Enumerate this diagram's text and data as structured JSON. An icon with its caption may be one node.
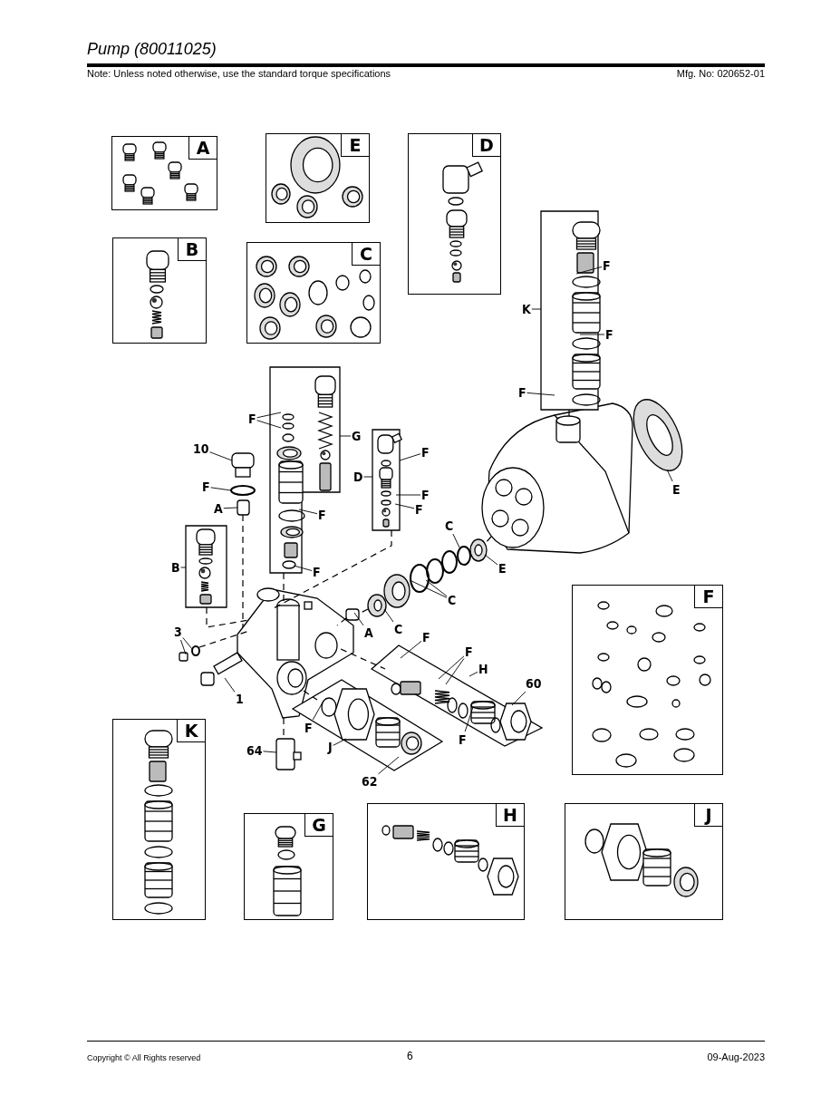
{
  "diagram": {
    "title": "Pump (80011025)",
    "nodes": [
      {
        "text": [
          "A"
        ]
      },
      {
        "text": [
          "E"
        ]
      },
      {
        "text": [
          "D"
        ]
      },
      {
        "text": [
          "B"
        ]
      },
      {
        "text": [
          "C"
        ]
      },
      {
        "text": [],
        "shape": "box"
      },
      {
        "text": [
          "K"
        ]
      },
      {
        "text": [
          "F"
        ]
      },
      {
        "text": [
          "F"
        ]
      },
      {
        "text": [
          "F"
        ]
      },
      {
        "text": [],
        "shape": "box"
      },
      {
        "text": [
          "F"
        ]
      },
      {
        "text": [
          "G"
        ]
      },
      {
        "text": [
          "10"
        ]
      },
      {
        "text": [
          "F"
        ]
      },
      {
        "text": [
          "A"
        ]
      },
      {
        "text": [],
        "shape": "box"
      },
      {
        "text": [
          "D"
        ]
      },
      {
        "text": [
          "F"
        ]
      },
      {
        "text": [
          "F"
        ]
      },
      {
        "text": [
          "F"
        ]
      },
      {
        "text": [
          "F"
        ]
      },
      {
        "text": [
          "F"
        ]
      },
      {
        "text": [
          "E"
        ]
      },
      {
        "text": [],
        "shape": "box"
      },
      {
        "text": [
          "B"
        ]
      },
      {
        "text": [
          "C"
        ]
      },
      {
        "text": [
          "E"
        ]
      },
      {
        "text": [
          "C"
        ]
      },
      {
        "text": [
          "A"
        ]
      },
      {
        "text": [
          "C"
        ]
      },
      {
        "text": [
          "3"
        ]
      },
      {
        "text": [
          "F"
        ]
      },
      {
        "text": [
          "F"
        ]
      },
      {
        "text": [
          "H"
        ]
      },
      {
        "text": [],
        "shape": "parallelogram"
      },
      {
        "text": [
          "60"
        ]
      },
      {
        "text": [
          "1"
        ]
      },
      {
        "text": [
          "F"
        ]
      },
      {
        "text": [
          "F"
        ]
      },
      {
        "text": [
          "J"
        ]
      },
      {
        "text": [],
        "shape": "parallelogram"
      },
      {
        "text": [
          "64"
        ]
      },
      {
        "text": [
          "62"
        ]
      },
      {
        "text": [
          "F"
        ]
      },
      {
        "text": [
          "K"
        ]
      },
      {
        "text": [
          "G"
        ]
      },
      {
        "text": [
          "H"
        ]
      },
      {
        "text": [
          "J"
        ]
      },
      {
        "text": [],
        "shape": "box"
      },
      {
        "text": [],
        "shape": "circle"
      },
      {
        "text": [],
        "shape": "box"
      },
      {
        "text": [],
        "shape": "picture"
      },
      {
        "text": [],
        "shape": "picture"
      },
      {
        "text": [],
        "shape": "picture"
      },
      {
        "text": [],
        "shape": "circle"
      },
      {
        "text": [],
        "shape": "circle"
      },
      {
        "text": [],
        "shape": "circle"
      },
      {
        "text": [],
        "shape": "circle"
      },
      {
        "text": [],
        "shape": "picture"
      },
      {
        "text": [],
        "shape": "picture"
      },
      {
        "text": [],
        "shape": "box"
      },
      {
        "text": [],
        "shape": "picture"
      },
      {
        "text": [],
        "shape": "box"
      },
      {
        "text": [],
        "shape": "circle"
      },
      {
        "text": [],
        "shape": "picture"
      },
      {
        "text": [],
        "shape": "box"
      }
    ],
    "edges": [
      {
        "from": 6,
        "to": 5,
        "arrow": "none"
      },
      {
        "from": 7,
        "to": 5,
        "arrow": "none"
      },
      {
        "from": 8,
        "to": 5,
        "arrow": "none"
      },
      {
        "from": 9,
        "to": 5,
        "arrow": "none"
      },
      {
        "from": 11,
        "to": 10,
        "arrow": "none"
      },
      {
        "from": 11,
        "to": 10,
        "arrow": "none"
      },
      {
        "from": 12,
        "to": 10,
        "arrow": "none"
      },
      {
        "from": 13,
        "to": 49,
        "arrow": "none"
      },
      {
        "from": 14,
        "to": 50,
        "arrow": "none"
      },
      {
        "from": 15,
        "to": 51,
        "arrow": "none"
      },
      {
        "from": 17,
        "to": 16,
        "arrow": "none"
      },
      {
        "from": 18,
        "to": 16,
        "arrow": "none"
      },
      {
        "from": 19,
        "to": 16,
        "arrow": "none"
      },
      {
        "from": 20,
        "to": 16,
        "arrow": "none"
      },
      {
        "from": 21,
        "to": 10,
        "arrow": "none"
      },
      {
        "from": 22,
        "to": 10,
        "arrow": "none"
      },
      {
        "from": 23,
        "to": 53,
        "arrow": "none"
      },
      {
        "from": 25,
        "to": 24,
        "arrow": "none"
      },
      {
        "from": 26,
        "to": 55,
        "arrow": "none"
      },
      {
        "from": 27,
        "to": 54,
        "arrow": "none"
      },
      {
        "from": 28,
        "to": 59,
        "arrow": "none"
      },
      {
        "from": 28,
        "to": 58,
        "arrow": "none"
      },
      {
        "from": 29,
        "to": 61,
        "arrow": "none"
      },
      {
        "from": 30,
        "to": 60,
        "arrow": "none"
      },
      {
        "from": 31,
        "to": 63,
        "arrow": "none"
      },
      {
        "from": 31,
        "to": 64,
        "arrow": "none"
      },
      {
        "from": 32,
        "to": 35,
        "arrow": "none"
      },
      {
        "from": 33,
        "to": 35,
        "arrow": "none"
      },
      {
        "from": 33,
        "to": 35,
        "arrow": "none"
      },
      {
        "from": 34,
        "to": 35,
        "arrow": "none"
      },
      {
        "from": 36,
        "to": 35,
        "arrow": "none"
      },
      {
        "from": 37,
        "to": 65,
        "arrow": "none"
      },
      {
        "from": 38,
        "to": 41,
        "arrow": "none"
      },
      {
        "from": 39,
        "to": 35,
        "arrow": "none"
      },
      {
        "from": 40,
        "to": 41,
        "arrow": "none"
      },
      {
        "from": 42,
        "to": 66,
        "arrow": "none"
      },
      {
        "from": 43,
        "to": 41,
        "arrow": "none"
      },
      {
        "from": 5,
        "to": 52,
        "arrow": "none",
        "style": "dashed"
      },
      {
        "from": 51,
        "to": 62,
        "arrow": "none",
        "style": "dashed"
      },
      {
        "from": 16,
        "to": 62,
        "arrow": "none",
        "style": "dashed"
      },
      {
        "from": 24,
        "to": 62,
        "arrow": "none",
        "style": "dashed"
      },
      {
        "from": 10,
        "to": 62,
        "arrow": "none",
        "style": "dashed"
      },
      {
        "from": 52,
        "to": 54,
        "arrow": "none",
        "style": "dashed"
      },
      {
        "from": 60,
        "to": 61,
        "arrow": "none",
        "style": "dashed"
      },
      {
        "from": 61,
        "to": 62,
        "arrow": "none",
        "style": "dashed"
      },
      {
        "from": 62,
        "to": 35,
        "arrow": "none",
        "style": "dashed"
      },
      {
        "from": 62,
        "to": 41,
        "arrow": "none",
        "style": "dashed"
      },
      {
        "from": 62,
        "to": 66,
        "arrow": "none",
        "style": "dashed"
      },
      {
        "from": 64,
        "to": 62,
        "arrow": "none",
        "style": "dashed"
      }
    ],
    "labels": [
      "Note: Unless noted otherwise, use the standard torque specifications",
      "Mfg. No: 020652-01",
      "Copyright © All Rights reserved",
      "6",
      "09-Aug-2023"
    ]
  }
}
